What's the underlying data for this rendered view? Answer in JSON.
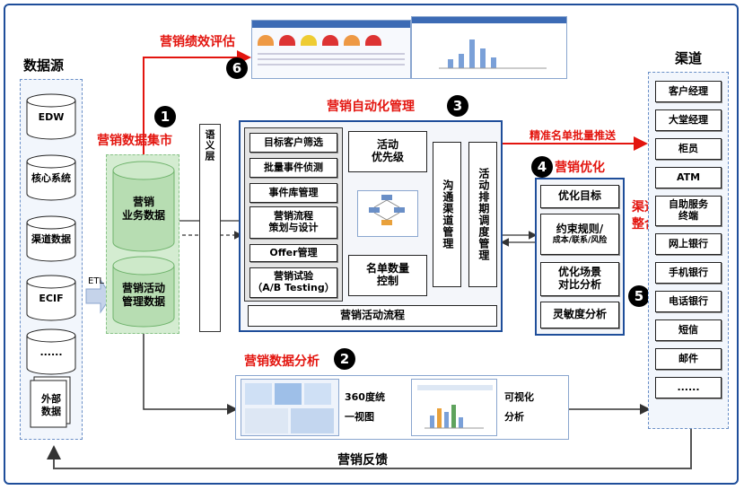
{
  "data_sources": {
    "title": "数据源",
    "items": [
      "EDW",
      "核心系统",
      "渠道数据",
      "ECIF",
      "......",
      "外部\n数据"
    ]
  },
  "etl_label": "ETL",
  "mart": {
    "title": "营销数据集市",
    "number": "1",
    "db1": "营销\n业务数据",
    "db2": "营销活动\n管理数据"
  },
  "semantic_layer": "语义层",
  "automation": {
    "title": "营销自动化管理",
    "number": "3",
    "steps": [
      "目标客户筛选",
      "批量事件侦测",
      "事件库管理",
      "营销流程\n策划与设计",
      "Offer管理",
      "营销试验\n（A/B Testing）"
    ],
    "priority": "活动\n优先级",
    "list_control": "名单数量\n控制",
    "channel_mgmt": "沟通渠道管理",
    "scheduling": "活动排期调度管理",
    "flow": "营销活动流程"
  },
  "push": "精准名单批量推送",
  "optimization": {
    "title": "营销优化",
    "number": "4",
    "items": [
      {
        "main": "优化目标",
        "sub": ""
      },
      {
        "main": "约束规则/",
        "sub": "成本/联系/风险"
      },
      {
        "main": "优化场景\n对比分析",
        "sub": ""
      },
      {
        "main": "灵敏度分析",
        "sub": ""
      }
    ]
  },
  "channel_integration": {
    "title": "渠道\n整合",
    "number": "5"
  },
  "channels": {
    "title": "渠道",
    "items": [
      "客户经理",
      "大堂经理",
      "柜员",
      "ATM",
      "自助服务\n终端",
      "网上银行",
      "手机银行",
      "电话银行",
      "短信",
      "邮件",
      "......"
    ]
  },
  "evaluation": {
    "title": "营销绩效评估",
    "number": "6"
  },
  "analysis": {
    "title": "营销数据分析",
    "number": "2",
    "view360": "360度统\n一视图",
    "viz": "可视化\n分析"
  },
  "feedback": "营销反馈",
  "colors": {
    "accent_red": "#e3150f",
    "frame_blue": "#1f4e9a",
    "mart_green": "#d4ecd1"
  }
}
